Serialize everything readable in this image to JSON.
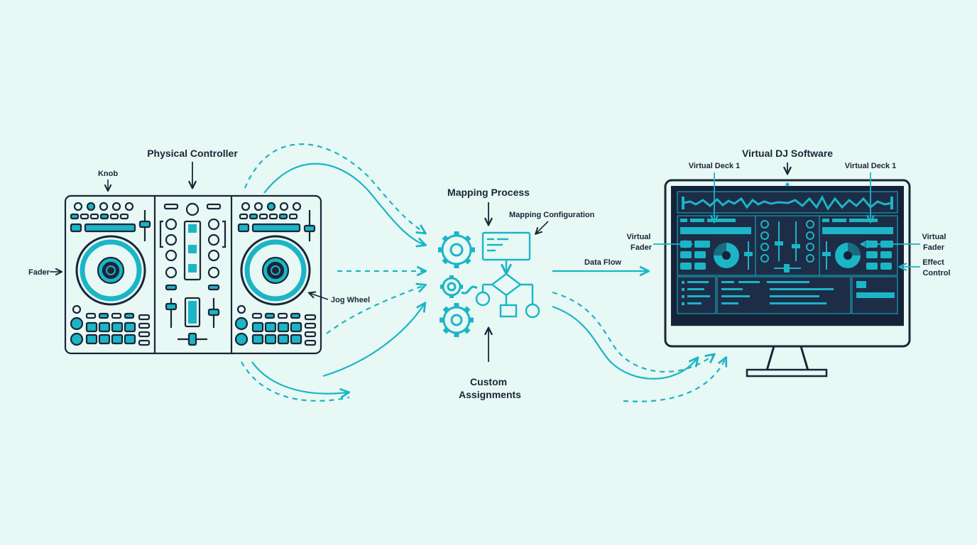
{
  "labels": {
    "physical_controller": "Physical Controller",
    "knob": "Knob",
    "fader": "Fader",
    "jog_wheel": "Jog Wheel",
    "mapping_process": "Mapping Process",
    "mapping_configuration": "Mapping Configuration",
    "custom_assignments_line1": "Custom",
    "custom_assignments_line2": "Assignments",
    "data_flow": "Data Flow",
    "virtual_dj_software": "Virtual DJ Software",
    "virtual_deck_left": "Virtual Deck 1",
    "virtual_deck_right": "Virtual Deck 1",
    "virtual_fader_left_line1": "Virtual",
    "virtual_fader_left_line2": "Fader",
    "virtual_fader_right_line1": "Virtual",
    "virtual_fader_right_line2": "Fader",
    "effect_control_line1": "Effect",
    "effect_control_line2": "Control"
  },
  "colors": {
    "background": "#e8f8f4",
    "outline": "#1a2638",
    "accent": "#1bb5c6",
    "screen": "#15223a"
  },
  "icons": [
    "gear-icon",
    "flowchart-icon",
    "monitor-icon",
    "dj-controller-icon"
  ]
}
